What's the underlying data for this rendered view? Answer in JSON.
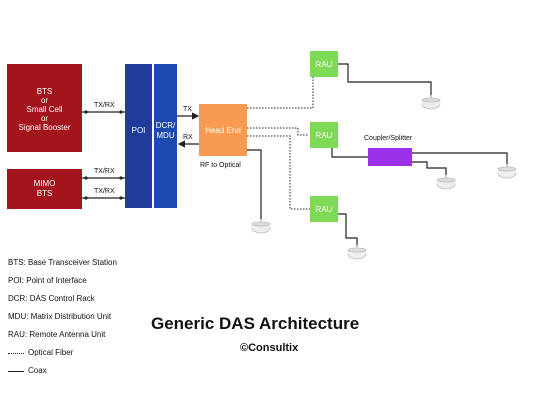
{
  "colors": {
    "bts_red": "#a3141c",
    "poi_blue": "#1f3c9c",
    "dcr_blue": "#1d4ab0",
    "head_end_orange": "#f89b50",
    "rau_green": "#7ed957",
    "splitter_purple": "#9b30e8",
    "line": "#222222"
  },
  "blocks": {
    "bts": [
      "BTS",
      "or",
      "Small Cell",
      "or",
      "Signal Booster"
    ],
    "mimo": [
      "MIMO",
      "BTS"
    ],
    "poi": "POI",
    "dcr": [
      "DCR/",
      "MDU"
    ],
    "head_end": "Head End",
    "rau": "RAU",
    "coupler_label": "Coupler/Splitter"
  },
  "links": {
    "txrx": "TX/RX",
    "tx": "TX",
    "rx": "RX",
    "rf_to_optical": "RF to Optical"
  },
  "legend": {
    "bts": "BTS: Base Transceiver Station",
    "poi": "POI: Point of Interface",
    "dcr": "DCR: DAS Control Rack",
    "mdu": "MDU: Matrix Distribution Unit",
    "rau": "RAU: Remote Antenna Unit",
    "optical": "Optical Fiber",
    "coax": "Coax"
  },
  "title": "Generic DAS Architecture",
  "brand": "Consultix",
  "brand_symbol": "©"
}
